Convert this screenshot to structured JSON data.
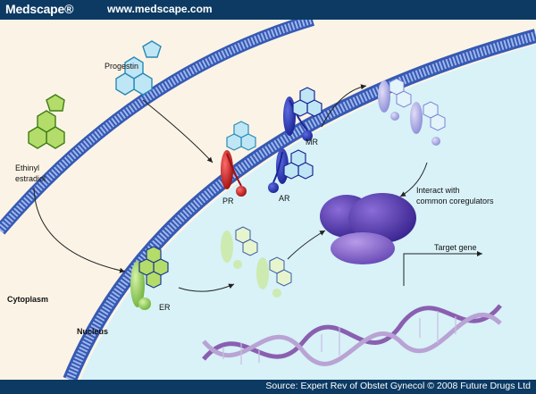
{
  "header": {
    "logo": "Medscape®",
    "url": "www.medscape.com"
  },
  "footer": {
    "source": "Source: Expert Rev of Obstet Gynecol © 2008 Future Drugs Ltd"
  },
  "diagram": {
    "labels": {
      "progestin": "Progestin",
      "ethinyl_line1": "Ethinyl",
      "ethinyl_line2": "estradiol",
      "mr": "MR",
      "pr": "PR",
      "ar": "AR",
      "er": "ER",
      "interact_line1": "Interact with",
      "interact_line2": "common coregulators",
      "target_gene": "Target gene",
      "cytoplasm": "Cytoplasm",
      "nucleus": "Nucleus"
    },
    "colors": {
      "cytoplasm": "#fbf4e6",
      "nucleus": "#d8f2f8",
      "membrane": "#4f73c9",
      "progestin_ring": "#bfe6f5",
      "estradiol_ring": "#a7d45c",
      "mr": "#1c2ea8",
      "pr": "#c81e1e",
      "ar": "#2e4fc4",
      "er": "#8fcd5a",
      "coregulator": "#5a3aa8",
      "dna_strand_a": "#8a5fb0",
      "dna_strand_b": "#b9a3d4"
    }
  }
}
